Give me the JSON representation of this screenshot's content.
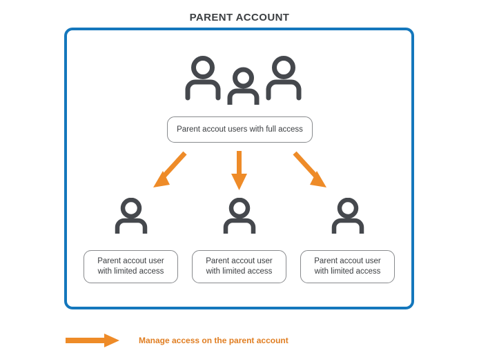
{
  "title": "PARENT ACCOUNT",
  "colors": {
    "frame_border": "#1477bc",
    "arrow_orange": "#ee8b28",
    "icon_gray": "#45484d",
    "box_border": "#87898c",
    "text_dark": "#3a3d40",
    "title_text": "#3c3f42",
    "background": "#ffffff"
  },
  "top_group": {
    "icon_name": "users-group-icon",
    "icon_count": 3,
    "label": "Parent accout users with full access"
  },
  "arrows": [
    {
      "name": "arrow-to-left-user",
      "direction": "down-left"
    },
    {
      "name": "arrow-to-center-user",
      "direction": "down"
    },
    {
      "name": "arrow-to-right-user",
      "direction": "down-right"
    }
  ],
  "children": [
    {
      "icon_name": "person-icon",
      "line1": "Parent accout user",
      "line2": "with limited access"
    },
    {
      "icon_name": "person-icon",
      "line1": "Parent accout user",
      "line2": "with limited access"
    },
    {
      "icon_name": "person-icon",
      "line1": "Parent accout user",
      "line2": "with limited access"
    }
  ],
  "legend": {
    "icon_name": "right-arrow-icon",
    "label": "Manage access on the parent account"
  }
}
